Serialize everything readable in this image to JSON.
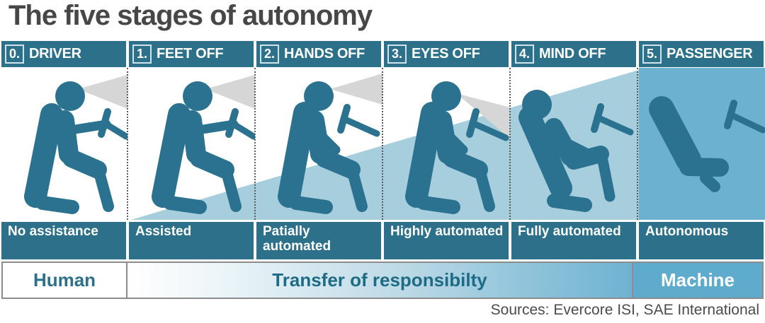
{
  "title": "The five stages of autonomy",
  "source_note": "Sources: Evercore ISI, SAE International",
  "bottom_bar": {
    "left_label": "Human",
    "middle_label": "Transfer of responsibilty",
    "right_label": "Machine"
  },
  "stages": [
    {
      "number": "0.",
      "header_label": "DRIVER",
      "description": "No assistance",
      "icon": "person-driving-at-wheel-icon"
    },
    {
      "number": "1.",
      "header_label": "FEET OFF",
      "description": "Assisted",
      "icon": "person-driving-at-wheel-icon"
    },
    {
      "number": "2.",
      "header_label": "HANDS OFF",
      "description": "Patially automated",
      "icon": "person-hands-off-wheel-icon"
    },
    {
      "number": "3.",
      "header_label": "EYES OFF",
      "description": "Highly automated",
      "icon": "person-eyes-off-road-icon"
    },
    {
      "number": "4.",
      "header_label": "MIND OFF",
      "description": "Fully automated",
      "icon": "person-reclined-icon"
    },
    {
      "number": "5.",
      "header_label": "PASSENGER",
      "description": "Autonomous",
      "icon": "empty-seat-icon"
    }
  ],
  "colors": {
    "teal_dark": "#2c7089",
    "icon_teal": "#2b7290",
    "wedge_blue": "#a6cedd",
    "passenger_bg": "#6cb1cf",
    "machine_bg": "#5fabce",
    "cone_gray": "#d6d6d6",
    "title_gray": "#474747",
    "human_text": "#2c7089",
    "transfer_text": "#1e6b86",
    "border_gray": "#8c8c8c",
    "divider_gray": "#5a5a5a",
    "source_gray": "#4b4b4b"
  }
}
